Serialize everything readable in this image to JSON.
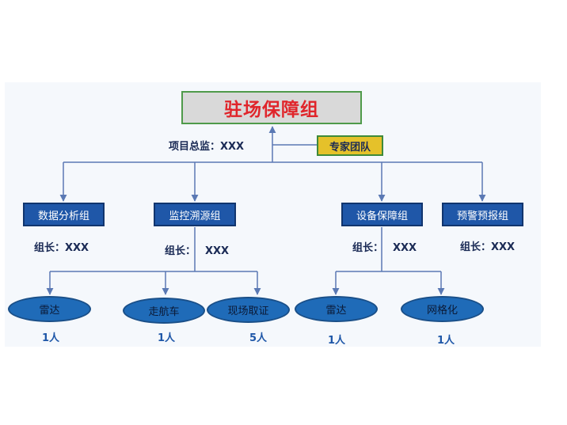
{
  "root": {
    "title": "驻场保障组"
  },
  "director": {
    "label": "项目总监：",
    "value": "XXX"
  },
  "expert": {
    "label": "专家团队"
  },
  "groups": [
    {
      "name": "数据分析组",
      "leader_label": "组长：",
      "leader": "XXX"
    },
    {
      "name": "监控溯源组",
      "leader_label": "组长：",
      "leader": "XXX"
    },
    {
      "name": "设备保障组",
      "leader_label": "组长：",
      "leader": "XXX"
    },
    {
      "name": "预警预报组",
      "leader_label": "组长：",
      "leader": "XXX"
    }
  ],
  "units": [
    {
      "name": "雷达",
      "count": "1人"
    },
    {
      "name": "走航车",
      "count": "1人"
    },
    {
      "name": "现场取证",
      "count": "5人"
    },
    {
      "name": "雷达",
      "count": "1人"
    },
    {
      "name": "网格化",
      "count": "1人"
    }
  ],
  "colors": {
    "box_fill": "#1f57a8",
    "root_title": "#e0252b",
    "expert_fill": "#e5c12a",
    "connector": "#5b79b4"
  }
}
